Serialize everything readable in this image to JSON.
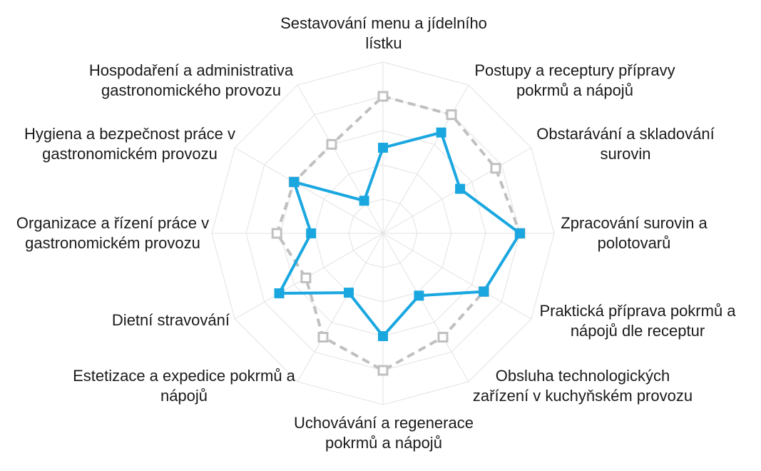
{
  "chart_data": {
    "type": "radar",
    "axes": [
      "Sestavování menu a jídelního lístku",
      "Postupy a receptury přípravy pokrmů a nápojů",
      "Obstarávání a skladování surovin",
      "Zpracování surovin a polotovarů",
      "Praktická příprava pokrmů a nápojů dle receptur",
      "Obsluha technologických zařízení v kuchyňském provozu",
      "Uchovávání a regenerace pokrmů a nápojů",
      "Estetizace a expedice pokrmů a nápojů",
      "Dietní stravování",
      "Organizace a řízení práce v gastronomickém provozu",
      "Hygiena a bezpečnost práce v gastronomickém provozu",
      "Hospodaření a administrativa gastronomického provozu"
    ],
    "axis_label_lines": [
      [
        "Sestavování menu a jídelního",
        "lístku"
      ],
      [
        "Postupy a receptury přípravy",
        "pokrmů a nápojů"
      ],
      [
        "Obstarávání a skladování",
        "surovin"
      ],
      [
        "Zpracování surovin a",
        "polotovarů"
      ],
      [
        "Praktická příprava pokrmů a",
        "nápojů dle receptur"
      ],
      [
        "Obsluha technologických",
        "zařízení v kuchyňském provozu"
      ],
      [
        "Uchovávání a regenerace",
        "pokrmů a nápojů"
      ],
      [
        "Estetizace a expedice pokrmů a",
        "nápojů"
      ],
      [
        "Dietní stravování"
      ],
      [
        "Organizace a řízení práce v",
        "gastronomickém provozu"
      ],
      [
        "Hygiena a bezpečnost práce v",
        "gastronomickém provozu"
      ],
      [
        "Hospodaření a administrativa",
        "gastronomického provozu"
      ]
    ],
    "rmax": 5,
    "grid_levels": 5,
    "grid": true,
    "series": [
      {
        "values": [
          2.5,
          3.4,
          2.6,
          4.0,
          3.4,
          2.1,
          3.0,
          2.0,
          3.5,
          2.1,
          3.0,
          1.1
        ],
        "color": "#1aa7e0",
        "line_style": "solid",
        "marker": "filled-square"
      },
      {
        "values": [
          4.0,
          4.0,
          3.8,
          4.0,
          3.4,
          3.5,
          4.0,
          3.5,
          2.6,
          3.1,
          3.0,
          3.0
        ],
        "color": "#c0c0c0",
        "line_style": "dashed",
        "marker": "hollow-square"
      }
    ]
  }
}
